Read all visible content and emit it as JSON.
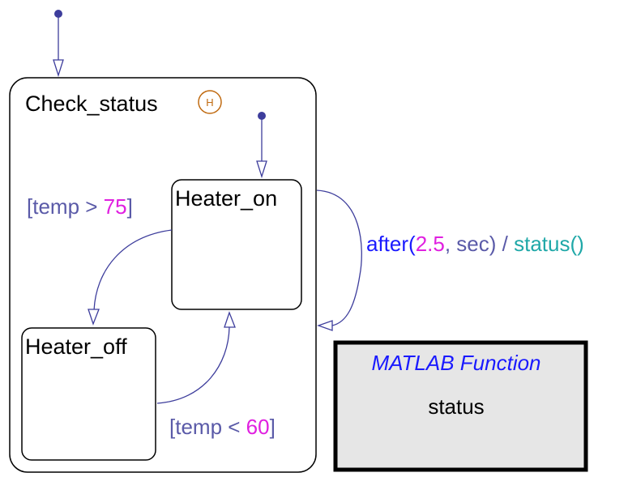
{
  "states": {
    "parent": {
      "label": "Check_status",
      "history_symbol": "H"
    },
    "heater_on": {
      "label": "Heater_on"
    },
    "heater_off": {
      "label": "Heater_off"
    }
  },
  "transitions": {
    "to_off": {
      "open": "[temp > ",
      "value": "75",
      "close": "]"
    },
    "to_on": {
      "open": "[temp < ",
      "value": "60",
      "close": "]"
    },
    "self_loop": {
      "event": "after(",
      "number": "2.5",
      "unit": ", sec) / ",
      "action": "status()"
    }
  },
  "matlab_function": {
    "title": "MATLAB Function",
    "name": "status"
  },
  "colors": {
    "transition": "#3d3d9c",
    "guard_text": "#5a5aa8",
    "number": "#e020e0",
    "event": "#1a1aff",
    "action": "#20a8a8",
    "history": "#c06a10",
    "function_box": "#e6e6e6",
    "function_title": "#1a1aff"
  }
}
